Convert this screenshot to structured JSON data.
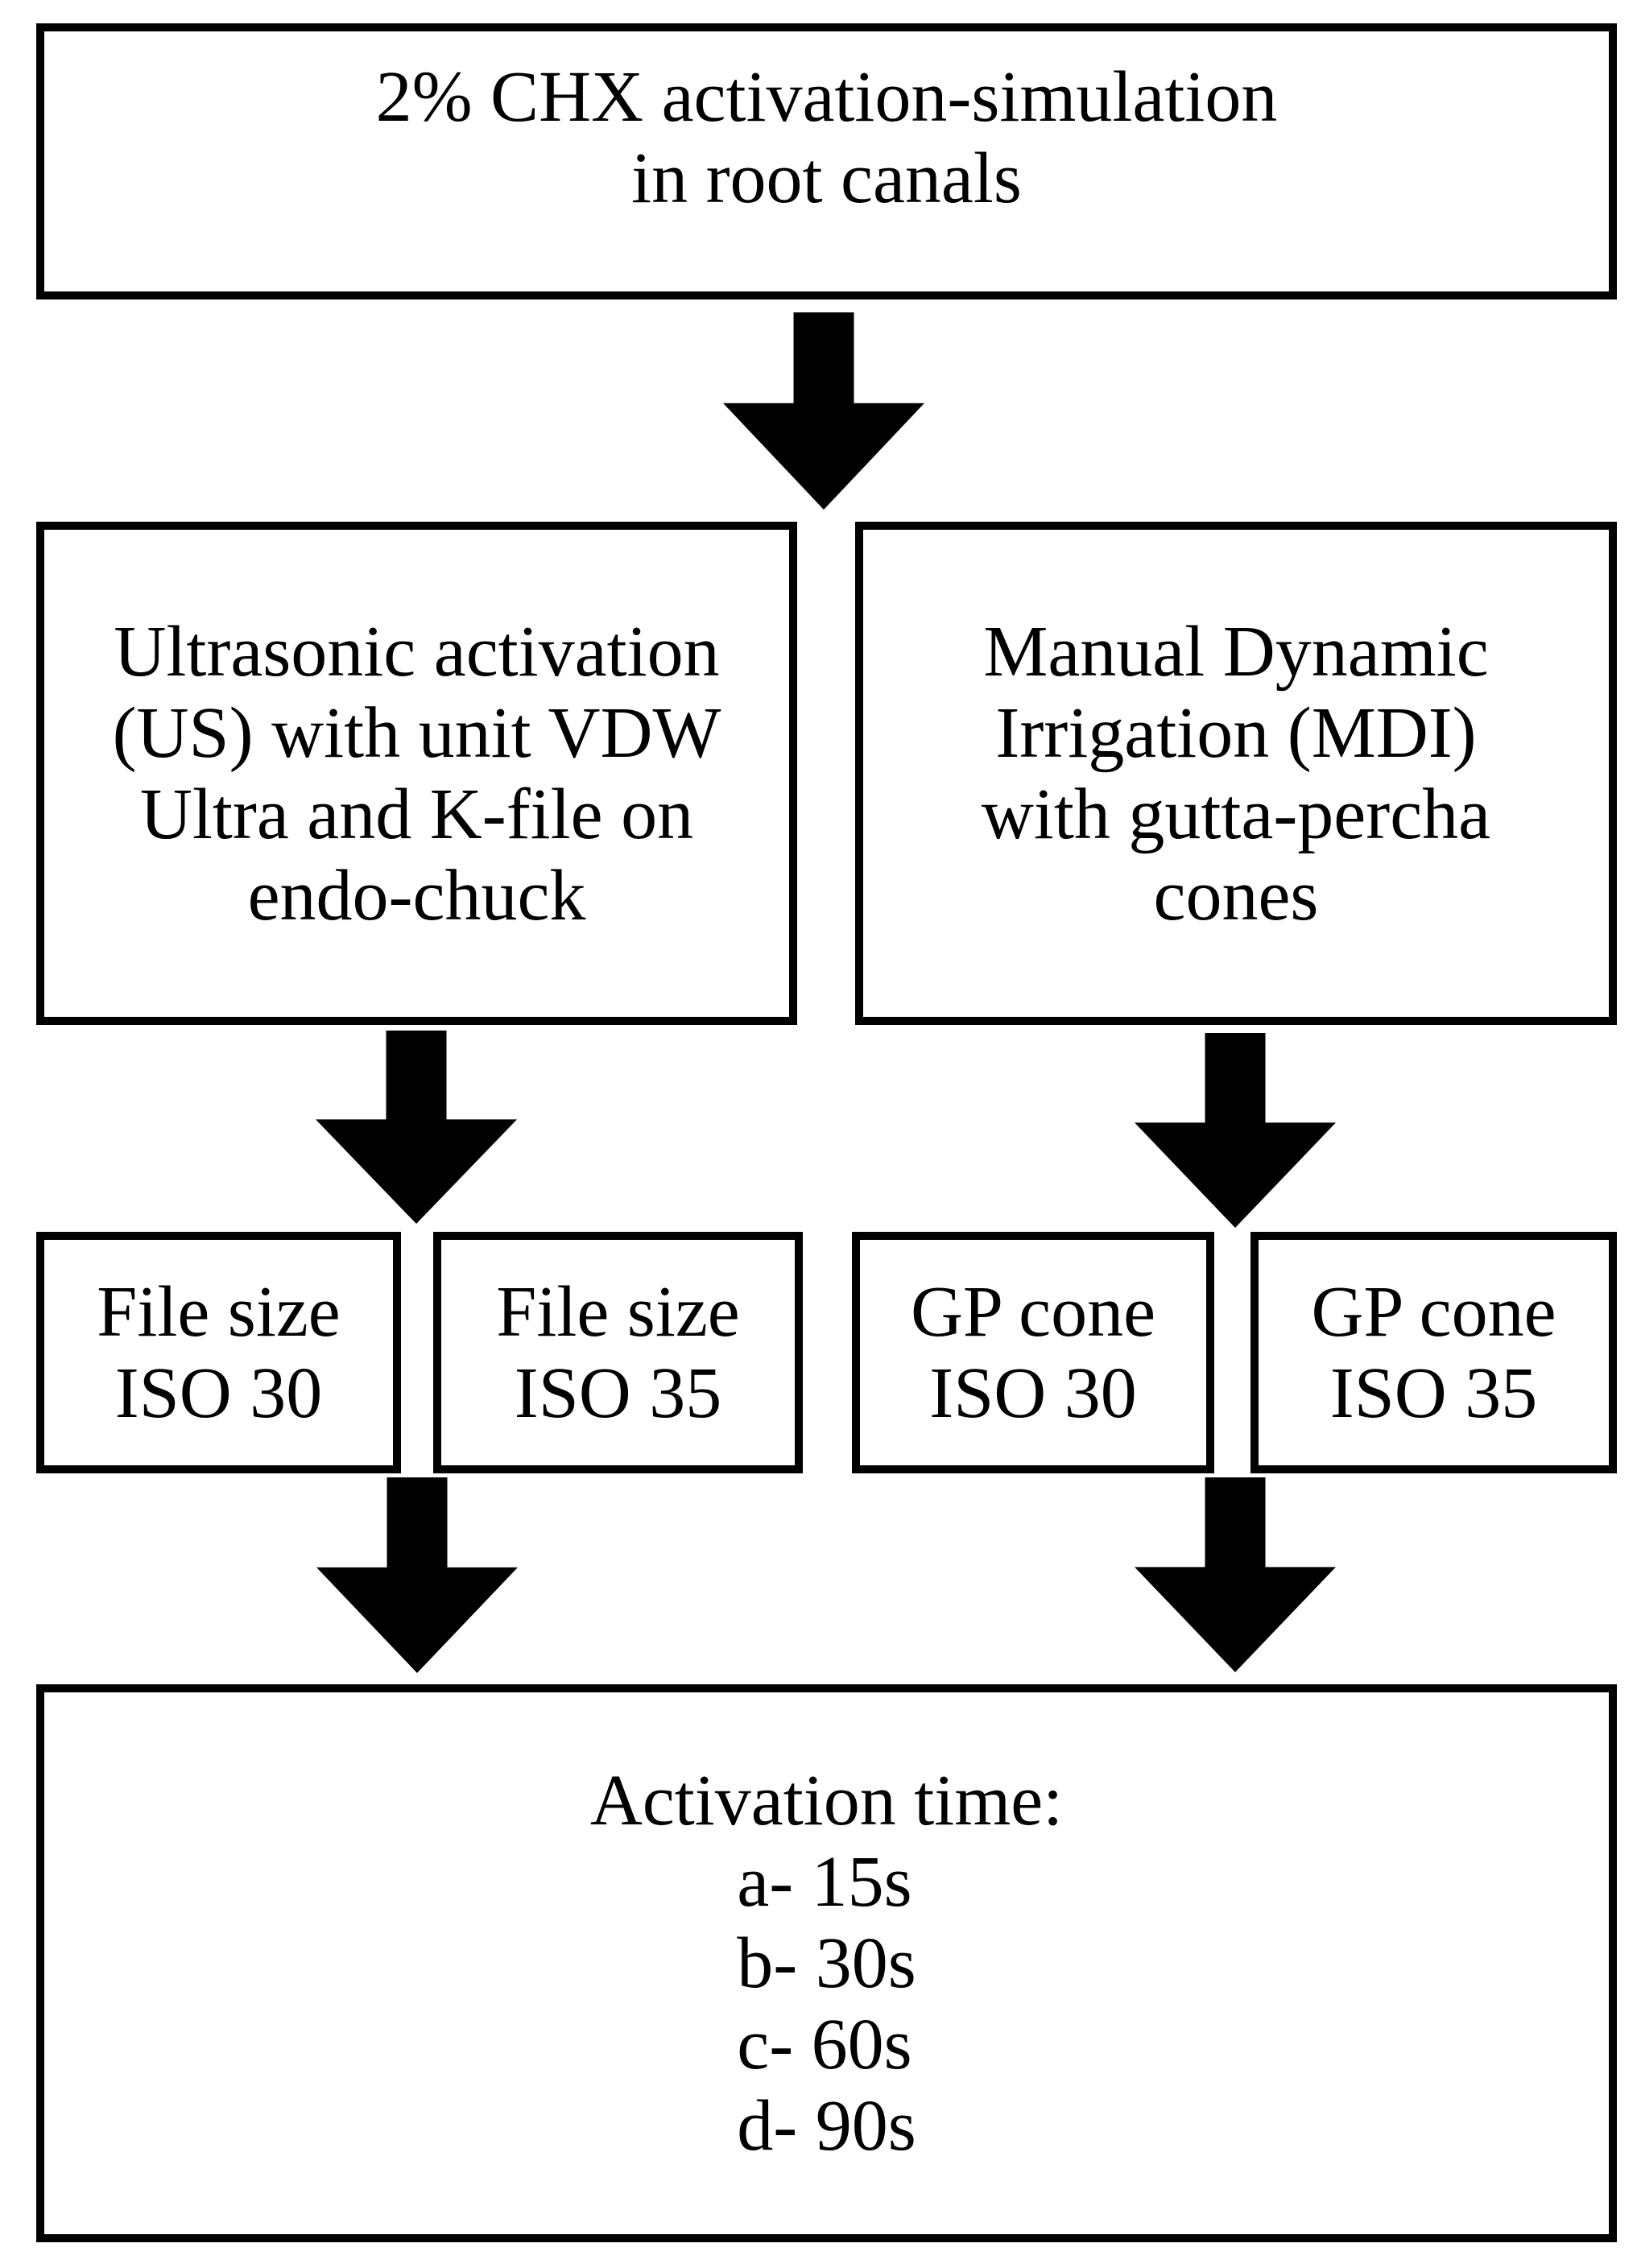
{
  "flowchart": {
    "colors": {
      "line": "#000000",
      "background": "#ffffff"
    },
    "root": {
      "lines": [
        "2% CHX activation-simulation",
        "in root canals"
      ]
    },
    "branches": [
      {
        "id": "ultrasonic",
        "lines": [
          "Ultrasonic activation",
          "(US) with unit VDW",
          "Ultra and K-file on",
          "endo-chuck"
        ]
      },
      {
        "id": "mdi",
        "lines": [
          "Manual Dynamic",
          "Irrigation (MDI)",
          "with gutta-percha",
          "cones"
        ]
      }
    ],
    "leaves": [
      {
        "lines": [
          "File size",
          "ISO 30"
        ]
      },
      {
        "lines": [
          "File size",
          "ISO 35"
        ]
      },
      {
        "lines": [
          "GP cone",
          "ISO 30"
        ]
      },
      {
        "lines": [
          "GP cone",
          "ISO 35"
        ]
      }
    ],
    "result": {
      "heading": "Activation time:",
      "items": [
        "a- 15s",
        "b- 30s",
        "c- 60s",
        "d- 90s"
      ]
    }
  }
}
